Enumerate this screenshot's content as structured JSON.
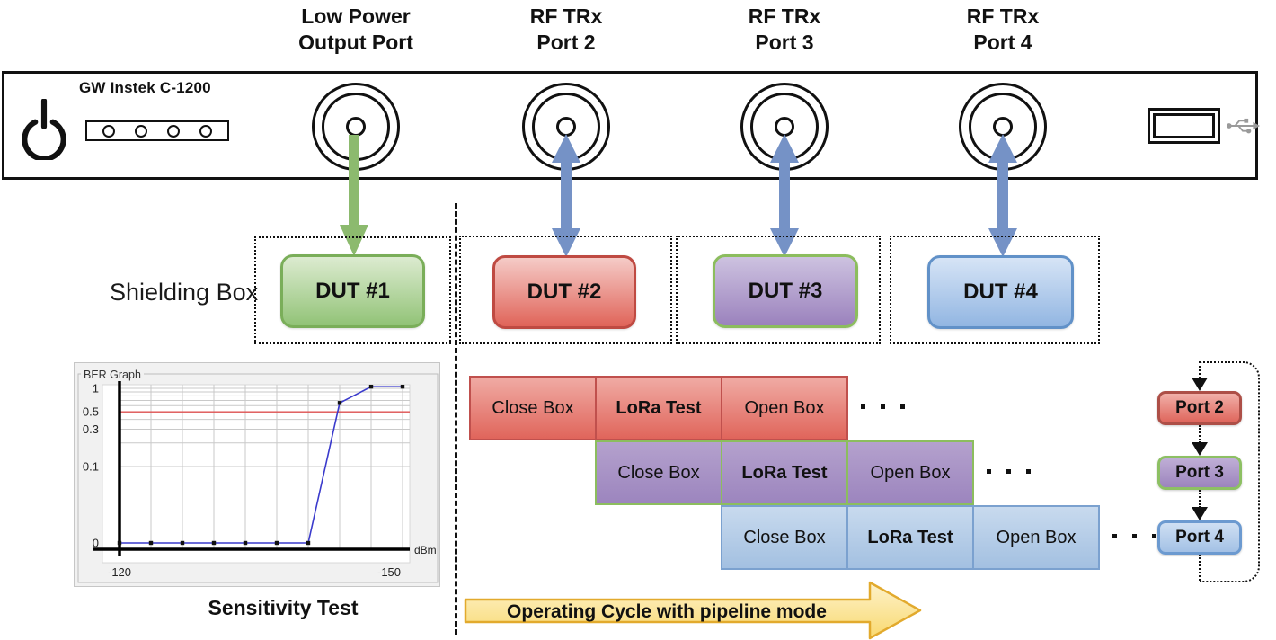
{
  "device_panel": {
    "brand": "GW Instek C-1200",
    "led_count": 4,
    "port_labels": [
      {
        "line1": "Low Power",
        "line2": "Output Port"
      },
      {
        "line1": "RF TRx",
        "line2": "Port 2"
      },
      {
        "line1": "RF TRx",
        "line2": "Port 3"
      },
      {
        "line1": "RF TRx",
        "line2": "Port 4"
      }
    ]
  },
  "shielding": {
    "label": "Shielding Box",
    "duts": [
      "DUT #1",
      "DUT #2",
      "DUT #3",
      "DUT #4"
    ]
  },
  "chart_data": {
    "type": "line",
    "title": "BER Graph",
    "xlabel": "dBm",
    "x": [
      -120,
      -123.5,
      -127,
      -130.5,
      -134,
      -137.5,
      -141,
      -144.5,
      -148,
      -151.5
    ],
    "y": [
      0,
      0,
      0,
      0,
      0,
      0,
      0,
      0.65,
      1.05,
      1.05
    ],
    "y_tick_labels": [
      "1",
      "0.5",
      "0.3",
      "0.1",
      "0"
    ],
    "y_tick_values": [
      1,
      0.5,
      0.3,
      0.1,
      0
    ],
    "x_tick_labels": [
      "-120",
      "-150"
    ],
    "x_tick_values": [
      -120,
      -150
    ],
    "xlim": [
      -120,
      -151.5
    ],
    "y_scale": "log between 0.1 and 1, 0 pinned to baseline",
    "grid": true,
    "threshold": {
      "value": 0.5,
      "color": "#e05252"
    },
    "series_color": "#3a3acc"
  },
  "chart_caption": "Sensitivity Test",
  "pipeline": {
    "rows": [
      {
        "dut": "DUT #2",
        "steps": [
          "Close Box",
          "LoRa Test",
          "Open Box"
        ],
        "color_key": "row2"
      },
      {
        "dut": "DUT #3",
        "steps": [
          "Close Box",
          "LoRa Test",
          "Open Box"
        ],
        "color_key": "row3"
      },
      {
        "dut": "DUT #4",
        "steps": [
          "Close Box",
          "LoRa Test",
          "Open Box"
        ],
        "color_key": "row4"
      }
    ],
    "arrow_label": "Operating Cycle with pipeline mode"
  },
  "cycle": {
    "ports": [
      "Port 2",
      "Port 3",
      "Port 4"
    ],
    "color_keys": [
      "port2",
      "port3",
      "port4"
    ]
  },
  "colors": {
    "green_arrow": "#8cba6e",
    "blue_arrow": "#7592c6",
    "dut1": {
      "top": "#dcebd0",
      "bottom": "#92c377",
      "border": "#7aae59"
    },
    "dut2": {
      "top": "#f5cbc7",
      "bottom": "#e06459",
      "border": "#bf4a42"
    },
    "dut3": {
      "top": "#cdc2e0",
      "bottom": "#9b82bd",
      "border": "#8cbd5e"
    },
    "dut4": {
      "top": "#d6e4f6",
      "bottom": "#92b6e2",
      "border": "#6191c8"
    },
    "row2": {
      "top": "#f0aba4",
      "bottom": "#e0655b",
      "border": "#c0504d"
    },
    "row3": {
      "top": "#b4a1cd",
      "bottom": "#9c85be",
      "border": "#8cbd5e"
    },
    "row4": {
      "top": "#c8daee",
      "bottom": "#a3c0e1",
      "border": "#7ba1cf"
    },
    "port2": {
      "top": "#f1afa8",
      "bottom": "#df655b",
      "border": "#ad4f47"
    },
    "port3": {
      "top": "#bfaed6",
      "bottom": "#9c84bd",
      "border": "#8dc063"
    },
    "port4": {
      "top": "#cfdff3",
      "bottom": "#a3c1e5",
      "border": "#6c9ad0"
    },
    "yellow_arrow": {
      "top": "#fdf2cb",
      "bottom": "#f9d96f",
      "border": "#e2aa2d"
    }
  }
}
